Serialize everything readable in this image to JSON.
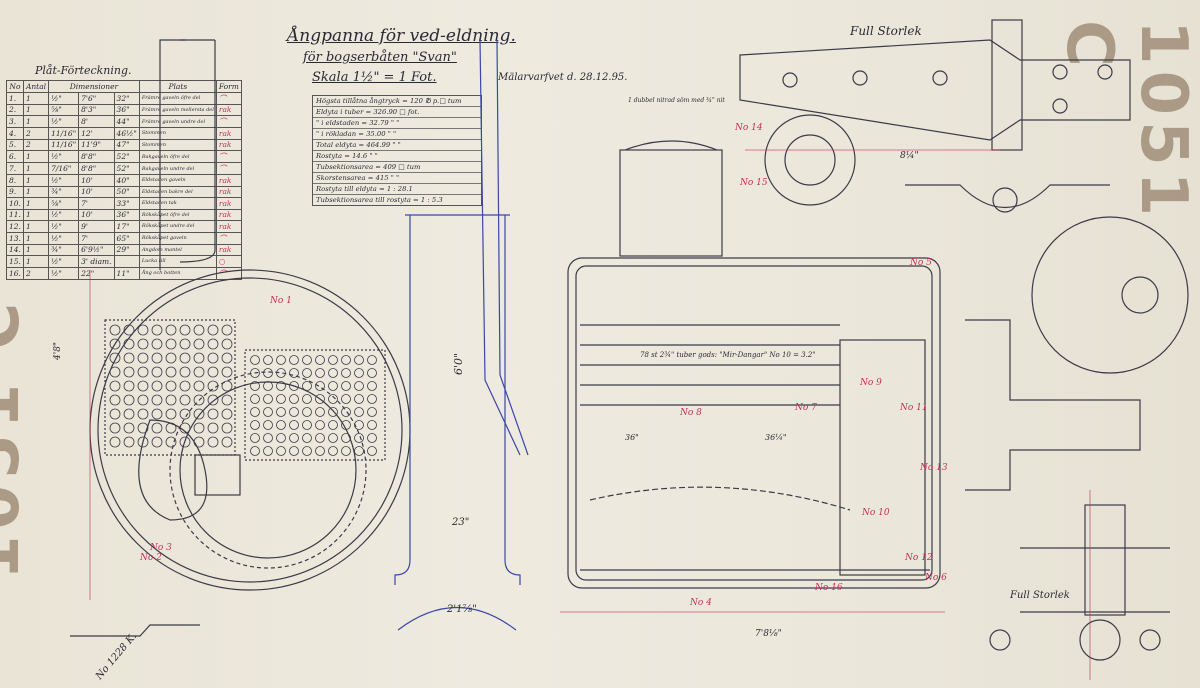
{
  "title": {
    "line1": "Ångpanna för ved-eldning.",
    "line2": "för bogserbåten \"Svan\"",
    "scale": "Skala 1½\" = 1 Fot.",
    "place_date": "Mälarvarfvet d. 28.12.95."
  },
  "plate_list": {
    "title": "Plåt-Förteckning.",
    "headers": [
      "No",
      "Antal",
      "Dimensioner",
      "",
      "",
      "Plats",
      "Form"
    ],
    "rows": [
      [
        "1.",
        "1",
        "½\"",
        "7'6\"",
        "32\"",
        "Främre gaveln öfre del",
        "⌒"
      ],
      [
        "2.",
        "1",
        "⅝\"",
        "8'3\"",
        "36\"",
        "Främre gaveln mellersta del",
        "rak"
      ],
      [
        "3.",
        "1",
        "½\"",
        "8'",
        "44\"",
        "Främre gaveln undre del",
        "⌒"
      ],
      [
        "4.",
        "2",
        "11/16\"",
        "12'",
        "46½\"",
        "Stommen",
        "rak"
      ],
      [
        "5.",
        "2",
        "11/16\"",
        "11'9\"",
        "47\"",
        "Stommen",
        "rak"
      ],
      [
        "6.",
        "1",
        "½\"",
        "8'8\"",
        "52\"",
        "Bakgaveln öfre del",
        "⌒"
      ],
      [
        "7.",
        "1",
        "7/16\"",
        "8'8\"",
        "52\"",
        "Bakgaveln undre del",
        "⌒"
      ],
      [
        "8.",
        "1",
        "½\"",
        "10'",
        "40\"",
        "Eldstaden gaveln",
        "rak"
      ],
      [
        "9.",
        "1",
        "¾\"",
        "10'",
        "50\"",
        "Eldstaden bakre del",
        "rak"
      ],
      [
        "10.",
        "1",
        "⅝\"",
        "7'",
        "33\"",
        "Eldstaden tak",
        "rak"
      ],
      [
        "11.",
        "1",
        "½\"",
        "10'",
        "36\"",
        "Rökskåpet öfre del",
        "rak"
      ],
      [
        "12.",
        "1",
        "½\"",
        "9'",
        "17\"",
        "Rökskåpet undre del",
        "rak"
      ],
      [
        "13.",
        "1",
        "½\"",
        "7'",
        "65\"",
        "Rökskåpet gaveln",
        "⌒"
      ],
      [
        "14.",
        "1",
        "¾\"",
        "6'9½\"",
        "29\"",
        "Angdom mantel",
        "rak"
      ],
      [
        "15.",
        "1",
        "½\"",
        "3' diam.",
        "",
        "Lucka till",
        "○"
      ],
      [
        "16.",
        "2",
        "½\"",
        "22\"",
        "11\"",
        "Ång och botten",
        "⌒"
      ]
    ]
  },
  "specs": [
    "Högsta tillåtna ångtryck  =  120 ℔ p.□ tum",
    "Eldyta i tuber  =  326.90 □ fot.",
    "  \"   i eldstaden  =  32.79  \"  \"",
    "  \"   i rökladan  =  35.00  \"  \"",
    "Total eldyta  =  464.99  \"  \"",
    "Rostyta  =  14.6  \"  \"",
    "Tubsektionsarea  =  409 □ tum",
    "Skorstensarea  =  415  \"  \"",
    "Rostyta till eldyta  =  1 : 28.1",
    "Tubsektionsarea till rostyta  =  1 : 5.3"
  ],
  "labels": {
    "full_size_top": "Full Storlek",
    "full_size_bottom": "Full Storlek",
    "tubes_note": "78 st 2¾\" tuber gods: \"Mir-Dangar\" No 10 = 3.2\"",
    "rivet_note": "1 dubbel nitrad söm med ¾\" nit",
    "drawing_no": "No 1228 K.",
    "stamp": "1051 C",
    "dim_chimney_height": "6'0\"",
    "dim_chimney_base": "2'1⅞\"",
    "dim_boiler_length": "7'8⅛\"",
    "dim_boiler_diam": "4'8\"",
    "dim_23": "23\"",
    "dim_36a": "36\"",
    "dim_36b": "36¼\"",
    "dim_8": "8¼\""
  },
  "part_marks": [
    "No 1",
    "No 2",
    "No 3",
    "No 4",
    "No 5",
    "No 6",
    "No 7",
    "No 8",
    "No 9",
    "No 10",
    "No 11",
    "No 12",
    "No 13",
    "No 14",
    "No 15",
    "No 16"
  ],
  "colors": {
    "paper": "#ebe7da",
    "ink": "#2a2a35",
    "red_ink": "#c8305a",
    "blue_ink": "#3a47a8"
  }
}
